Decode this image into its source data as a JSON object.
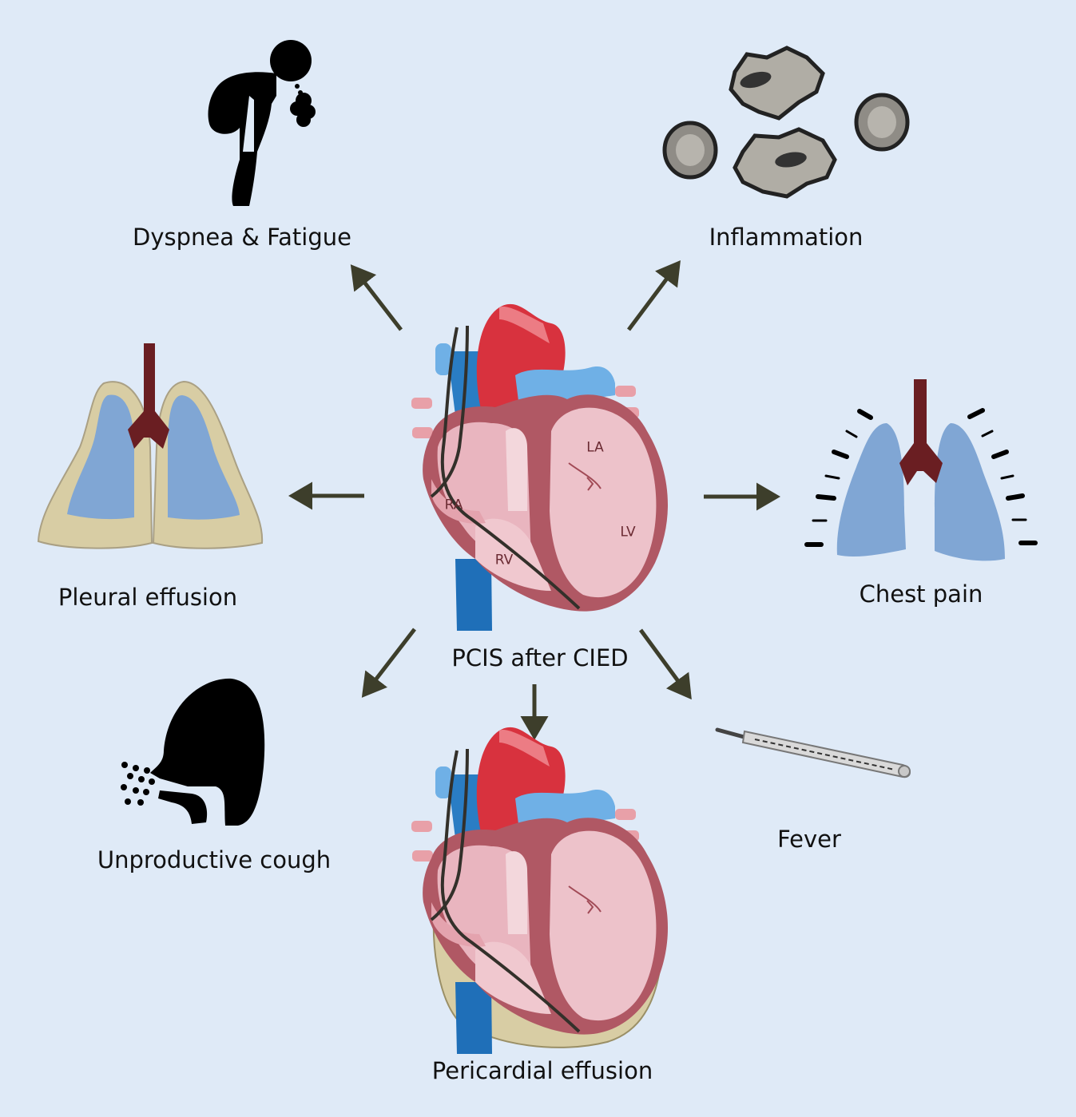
{
  "center": {
    "label": "PCIS after CIED",
    "chambers": {
      "ra": "RA",
      "rv": "RV",
      "la": "LA",
      "lv": "LV"
    }
  },
  "symptoms": {
    "dyspnea": "Dyspnea & Fatigue",
    "inflammation": "Inflammation",
    "pleural": "Pleural effusion",
    "chest_pain": "Chest pain",
    "cough": "Unproductive cough",
    "fever": "Fever",
    "pericardial": "Pericardial effusion"
  },
  "colors": {
    "background": "#dfeaf7",
    "arrow": "#3d3e2b",
    "heart_pink": "#e9b5bf",
    "heart_wall": "#b05864",
    "aorta_red": "#d8323e",
    "vein_blue": "#2a7dc4",
    "lung_blue": "#80a6d4",
    "effusion_tan": "#d8cda4",
    "trachea": "#6a1e22"
  }
}
